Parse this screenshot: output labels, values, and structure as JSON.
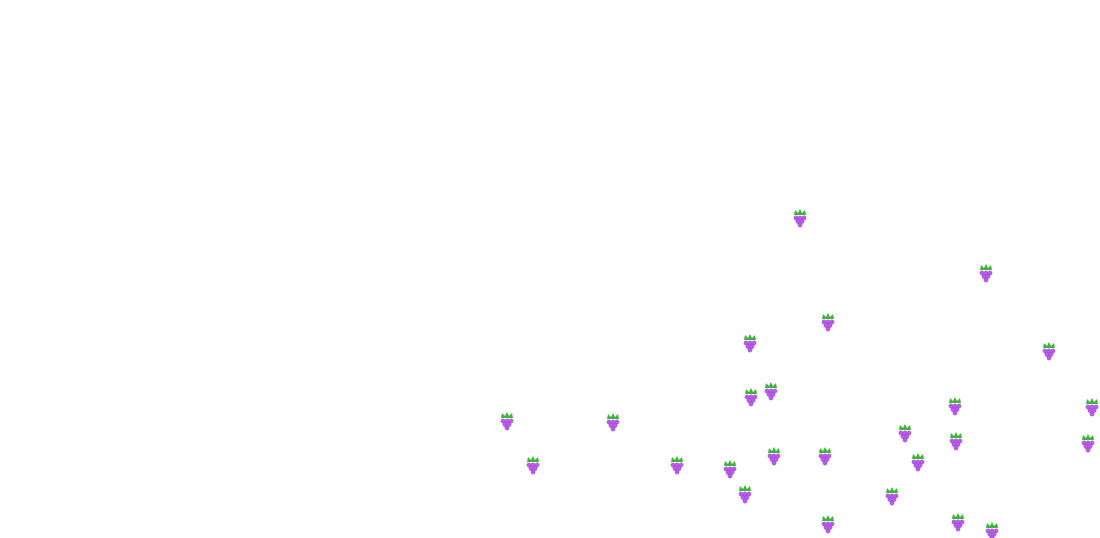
{
  "scene": {
    "background": "#ffffff",
    "item_icon": "grape-icon",
    "colors": {
      "berry": "#b95ee8",
      "berry_shade": "#9b3fd0",
      "leaf": "#3fb33a"
    }
  },
  "items": [
    {
      "kind": "grape"
    },
    {
      "kind": "grape"
    },
    {
      "kind": "grape"
    },
    {
      "kind": "grape"
    },
    {
      "kind": "grape"
    },
    {
      "kind": "grape"
    },
    {
      "kind": "grape"
    },
    {
      "kind": "grape"
    },
    {
      "kind": "grape"
    },
    {
      "kind": "grape"
    },
    {
      "kind": "grape"
    },
    {
      "kind": "grape"
    },
    {
      "kind": "grape"
    },
    {
      "kind": "grape"
    },
    {
      "kind": "grape"
    },
    {
      "kind": "grape"
    },
    {
      "kind": "grape"
    },
    {
      "kind": "grape"
    },
    {
      "kind": "grape"
    },
    {
      "kind": "grape"
    },
    {
      "kind": "grape"
    },
    {
      "kind": "grape"
    },
    {
      "kind": "grape"
    },
    {
      "kind": "grape"
    },
    {
      "kind": "grape"
    },
    {
      "kind": "grape"
    },
    {
      "kind": "grape"
    }
  ]
}
